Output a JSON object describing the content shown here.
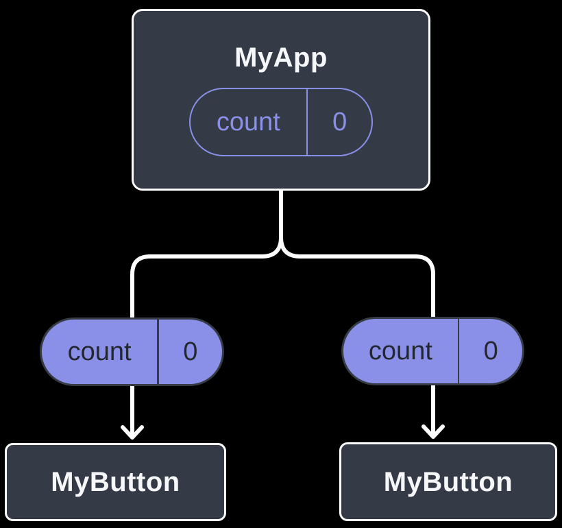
{
  "diagram": {
    "description": "React component tree showing state passed down as props",
    "colors": {
      "background": "#000000",
      "node_fill": "#343A46",
      "node_border": "#FFFFFF",
      "purple": "#8A90E8",
      "pill_border": "#363B45",
      "text_dark": "#23272F",
      "text_light": "#F6F7F9",
      "connector": "#FFFFFF"
    },
    "root": {
      "title": "MyApp",
      "state": {
        "name": "count",
        "value": "0"
      }
    },
    "left_prop": {
      "name": "count",
      "value": "0"
    },
    "right_prop": {
      "name": "count",
      "value": "0"
    },
    "left_child": {
      "title": "MyButton"
    },
    "right_child": {
      "title": "MyButton"
    }
  }
}
